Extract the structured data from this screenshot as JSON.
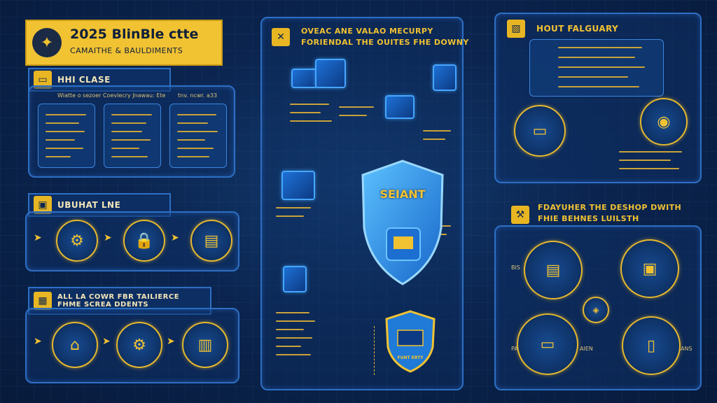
{
  "header": {
    "title": "2025 BlinBle ctte",
    "subtitle": "CAMAITHE & BAULDIMENTS"
  },
  "left_panels": [
    {
      "label": "HHI CLASE",
      "icon": "window-icon",
      "card_caption": "Wiatte o sezoer Coevlecry Jnawau: Ete",
      "card_caption_right": "tnv. ncwr. a33"
    },
    {
      "label": "UBUHAT LNE",
      "icon": "image-icon"
    },
    {
      "label": "ALL LA COWR FBR TAILIERCE",
      "label2": "FHME SCREA DDENTS",
      "icon": "grid-icon"
    }
  ],
  "center": {
    "header_line1": "OVEAC ANE VALAO MECURPY",
    "header_line2": "FORIENDAL THE OUITES FHE DOWNY",
    "shield_text": "SEIANT",
    "bottom_shield_text": "FUNT ERTY"
  },
  "right_top": {
    "label": "HOUT FALGUARY"
  },
  "right_bottom": {
    "label_line1": "FDAYUHER THE DESHOP DWITH",
    "label_line2": "FHIE BEHNES LUILSTH",
    "node_labels": [
      "BIS",
      "PA",
      "AIEN",
      "ANS"
    ]
  },
  "colors": {
    "accent": "#f1c232",
    "panel_border": "#2d6fc4",
    "background": "#0b2550",
    "shield_blue": "#3aa3ff"
  }
}
